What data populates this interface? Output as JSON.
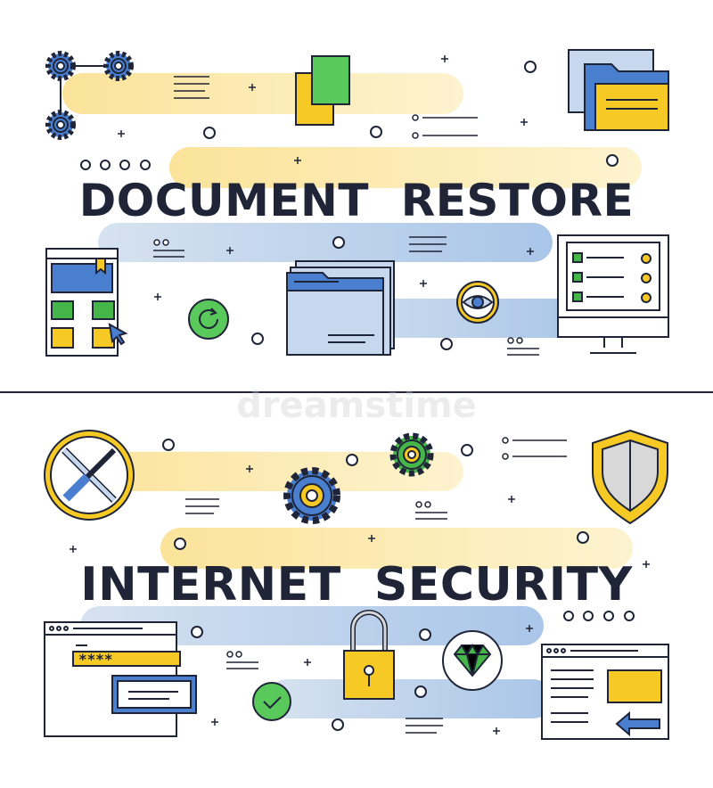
{
  "banner_top": {
    "title": "DOCUMENT  RESTORE"
  },
  "banner_bottom": {
    "title": "INTERNET  SECURITY"
  },
  "watermark": "dreamstime",
  "password_mask": "****",
  "colors": {
    "outline": "#1f2437",
    "blue": "#4a7fd0",
    "light_blue": "#c7d8ee",
    "yellow": "#f7c925",
    "light_yellow": "#fbe7a0",
    "green": "#46b64a",
    "gray": "#d8d8d8"
  }
}
